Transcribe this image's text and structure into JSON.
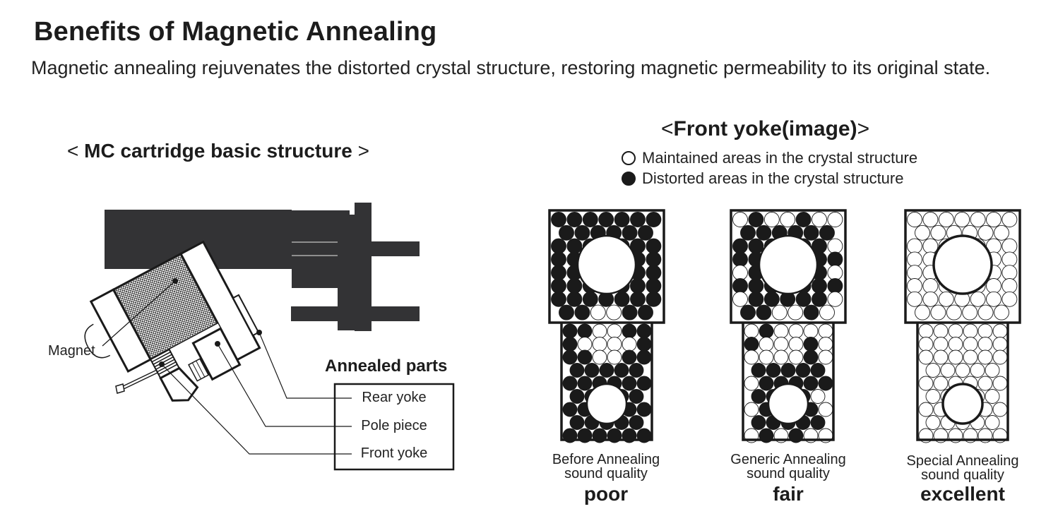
{
  "header": {
    "title": "Benefits of Magnetic Annealing",
    "subtitle": "Magnetic annealing rejuvenates the distorted crystal structure, restoring magnetic permeability to its original state."
  },
  "left_section": {
    "heading": "MC cartridge basic structure",
    "bracket_open": "<",
    "bracket_close": ">",
    "magnet_label": "Magnet",
    "annealed_parts_title": "Annealed parts",
    "annealed_parts": [
      "Rear yoke",
      "Pole piece",
      "Front yoke"
    ],
    "colors": {
      "body": "#333335",
      "outline": "#1a1a1a"
    }
  },
  "right_section": {
    "heading": "Front yoke(image)",
    "bracket_open": "<",
    "bracket_close": ">",
    "legend": [
      {
        "symbol": "open-circle-icon",
        "label": "Maintained areas in the crystal structure"
      },
      {
        "symbol": "filled-circle-icon",
        "label": "Distorted areas in the crystal structure"
      }
    ],
    "yokes": [
      {
        "name": "before",
        "caption_line1": "Before Annealing",
        "caption_line2": "sound quality",
        "quality": "poor",
        "top_rows": [
          "1111111",
          "111111",
          "1111111",
          "1111111",
          "1111111",
          "1111111",
          "1111111",
          "110011"
        ],
        "bottom_rows": [
          "110011",
          "100001",
          "110011",
          "11111",
          "111111",
          "11111",
          "111111",
          "11111",
          "111111"
        ]
      },
      {
        "name": "generic",
        "caption_line1": "Generic Annealing",
        "caption_line2": "sound quality",
        "quality": "fair",
        "top_rows": [
          "0100100",
          "111111",
          "1111110",
          "1111111",
          "0111110",
          "1111111",
          "0111110",
          "110010"
        ],
        "bottom_rows": [
          "010000",
          "100010",
          "000010",
          "11111",
          "011111",
          "11110",
          "011110",
          "11111",
          "010100"
        ]
      },
      {
        "name": "special",
        "caption_line1": "Special Annealing",
        "caption_line2": "sound quality",
        "quality": "excellent",
        "top_rows": [
          "0000000",
          "000000",
          "0000000",
          "0000000",
          "0000000",
          "0000000",
          "0000000",
          "000000"
        ],
        "bottom_rows": [
          "000000",
          "000000",
          "000000",
          "00000",
          "000000",
          "00000",
          "000000",
          "00000",
          "000000"
        ]
      }
    ]
  }
}
